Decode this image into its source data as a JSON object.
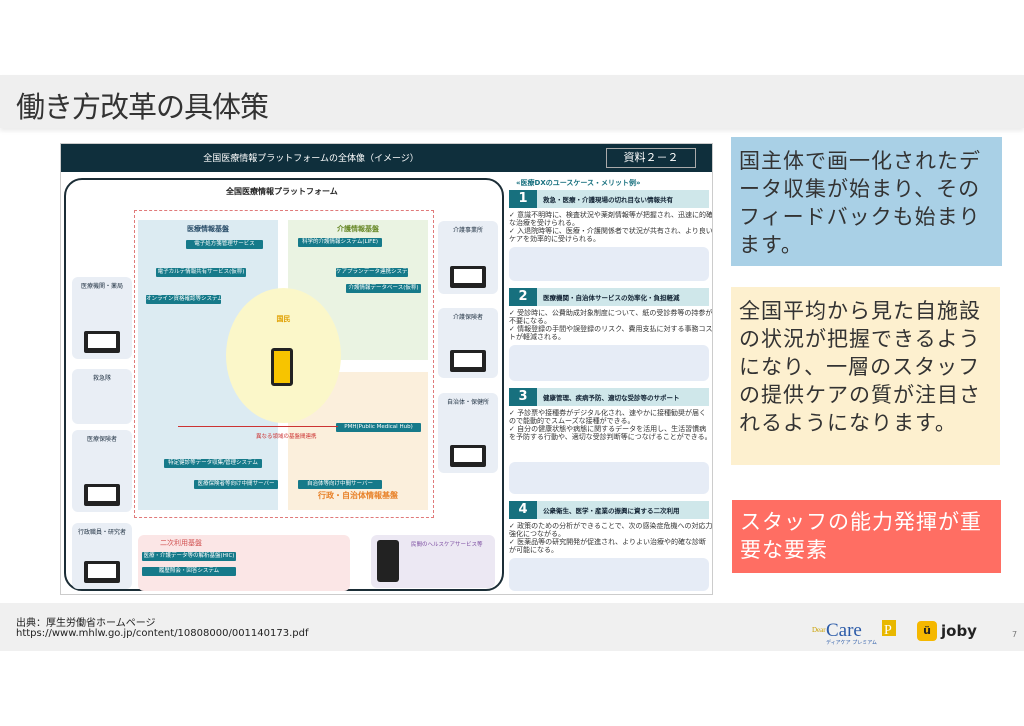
{
  "slide": {
    "title": "働き方改革の具体策",
    "page_number": "7"
  },
  "figure": {
    "header_title": "全国医療情報プラットフォームの全体像（イメージ）",
    "doc_label": "資料２－２",
    "platform_title": "全国医療情報プラットフォーム",
    "zones": {
      "medical": "医療情報基盤",
      "care": "介護情報基盤",
      "admin": "行政・自治体情報基盤",
      "citizen": "国民",
      "secondary": "二次利用基盤"
    },
    "modules": [
      "電子処方箋管理サービス",
      "電子カルテ情報共有サービス(仮称)",
      "オンライン資格確認等システム",
      "科学的介護情報システム(LIFE)",
      "ケアプランデータ連携システム",
      "介護情報データベース(仮称)",
      "PMH(Public Medical Hub)",
      "特定健診等データ収集/管理システム",
      "医療保険者等向け中間サーバー",
      "自治体等向け中間サーバー",
      "医療・介護データ等の解析基盤(HIC)",
      "履歴照会・回答システム"
    ],
    "link_label": "異なる領域の基盤間連携",
    "left_actors": [
      "医療機関・薬局",
      "救急隊",
      "医療保険者",
      "行政職員・研究者"
    ],
    "right_actors": [
      "介護事業所",
      "介護保険者",
      "自治体・保健所"
    ],
    "private": "民間のヘルスケアサービス等",
    "usecase_title": "«医療DXのユースケース・メリット例»",
    "sections": [
      {
        "n": "1",
        "title": "救急・医療・介護現場の切れ目ない情報共有",
        "bullets": [
          "✓ 意識不明時に、検査状況や薬剤情報等が把握され、迅速に的確な治療を受けられる。",
          "✓ 入退院時等に、医療・介護関係者で状況が共有され、より良いケアを効率的に受けられる。"
        ]
      },
      {
        "n": "2",
        "title": "医療機関・自治体サービスの効率化・負担軽減",
        "bullets": [
          "✓ 受診時に、公費助成対象制度について、紙の受診券等の持参が不要になる。",
          "✓ 情報登録の手間や誤登録のリスク、費用支払に対する事務コストが軽減される。"
        ]
      },
      {
        "n": "3",
        "title": "健康管理、疾病予防、適切な受診等のサポート",
        "bullets": [
          "✓ 予診票や接種券がデジタル化され、速やかに接種勧奨が届くので能動的でスムーズな接種ができる。",
          "✓ 自分の健康状態や病態に関するデータを活用し、生活習慣病を予防する行動や、適切な受診判断等につなげることができる。"
        ]
      },
      {
        "n": "4",
        "title": "公衆衛生、医学・産業の振興に資する二次利用",
        "bullets": [
          "✓ 政策のための分析ができることで、次の感染症危機への対応力強化につながる。",
          "✓ 医薬品等の研究開発が促進され、よりよい治療や的確な診断が可能になる。"
        ]
      }
    ]
  },
  "callouts": [
    "国主体で画一化されたデータ収集が始まり、そのフィードバックも始まります。",
    "全国平均から見た自施設の状況が把握できるようになり、一層のスタッフの提供ケアの質が注目されるようになります。",
    "スタッフの能力発揮が重要な要素"
  ],
  "footer": {
    "source": "出典：厚生労働省ホームページ",
    "url": "https://www.mhlw.go.jp/content/10808000/001140173.pdf"
  },
  "logos": {
    "dearcare": "Dear Care P ディアケア プレミアム",
    "joby": "joby",
    "joby_mark": "ü"
  },
  "colors": {
    "callout_blue": "#a9d0e6",
    "callout_yellow": "#fdf0cf",
    "callout_red": "#ff6e63",
    "teal": "#167a8a",
    "navy": "#0f2f3c"
  }
}
